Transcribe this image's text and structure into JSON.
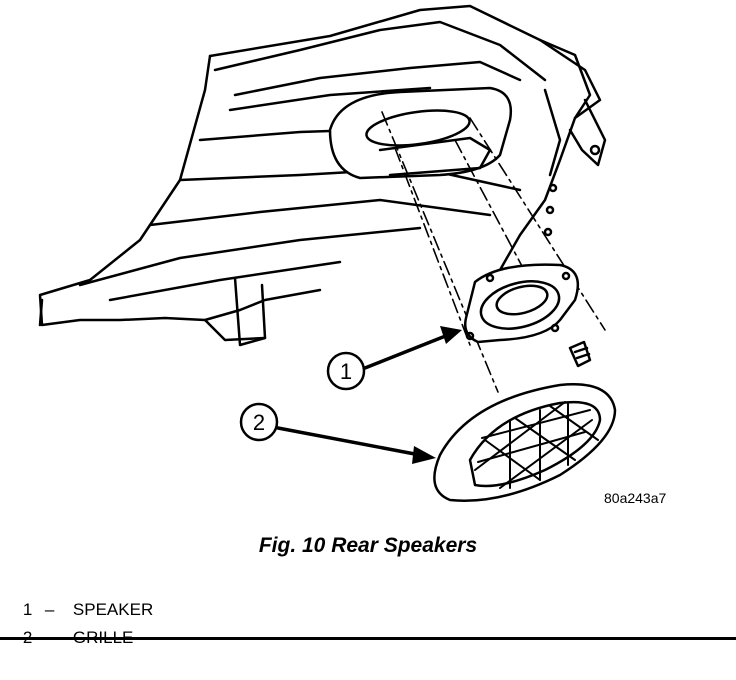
{
  "figure": {
    "drawing_code": "80a243a7",
    "caption": "Fig. 10 Rear Speakers",
    "callouts": [
      {
        "number": "1"
      },
      {
        "number": "2"
      }
    ],
    "legend": [
      {
        "number": "1",
        "dash": "–",
        "label": "SPEAKER"
      },
      {
        "number": "2",
        "dash": "–",
        "label": "GRILLE"
      }
    ]
  }
}
